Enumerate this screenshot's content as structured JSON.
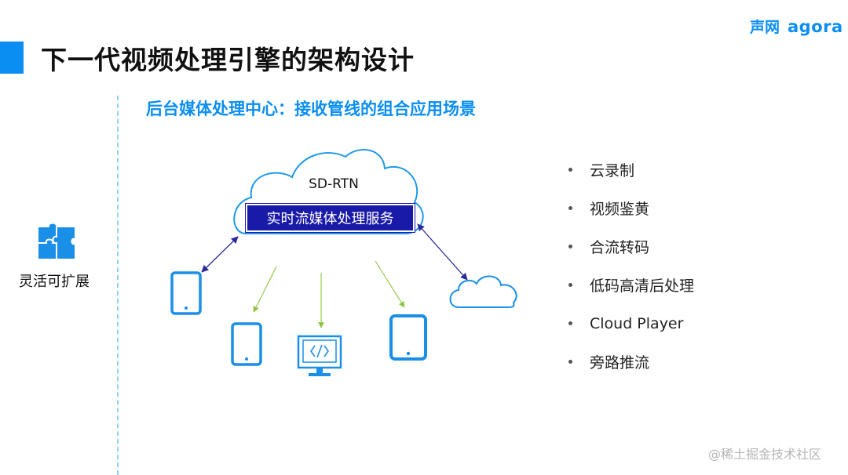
{
  "header": {
    "title": "下一代视频处理引擎的架构设计",
    "brand_cn": "声网",
    "brand_en": "agora"
  },
  "sidebar": {
    "label": "灵活可扩展",
    "icon": "puzzle-icon"
  },
  "main": {
    "subtitle": "后台媒体处理中心：接收管线的组合应用场景",
    "cloud_title": "SD-RTN",
    "service_label": "实时流媒体处理服务",
    "devices": [
      "tablet-icon",
      "tablet-icon",
      "monitor-code-icon",
      "tablet-icon",
      "cloud-icon"
    ],
    "features": [
      "云录制",
      "视频鉴黄",
      "合流转码",
      "低码高清后处理",
      "Cloud Player",
      "旁路推流"
    ]
  },
  "colors": {
    "accent": "#0a8ef2",
    "service_box": "#1a1aa8",
    "arrow_dark": "#2a2a9a",
    "arrow_green": "#8cc63f",
    "divider": "#8fd0f5"
  },
  "footer": {
    "watermark": "@稀土掘金技术社区"
  }
}
